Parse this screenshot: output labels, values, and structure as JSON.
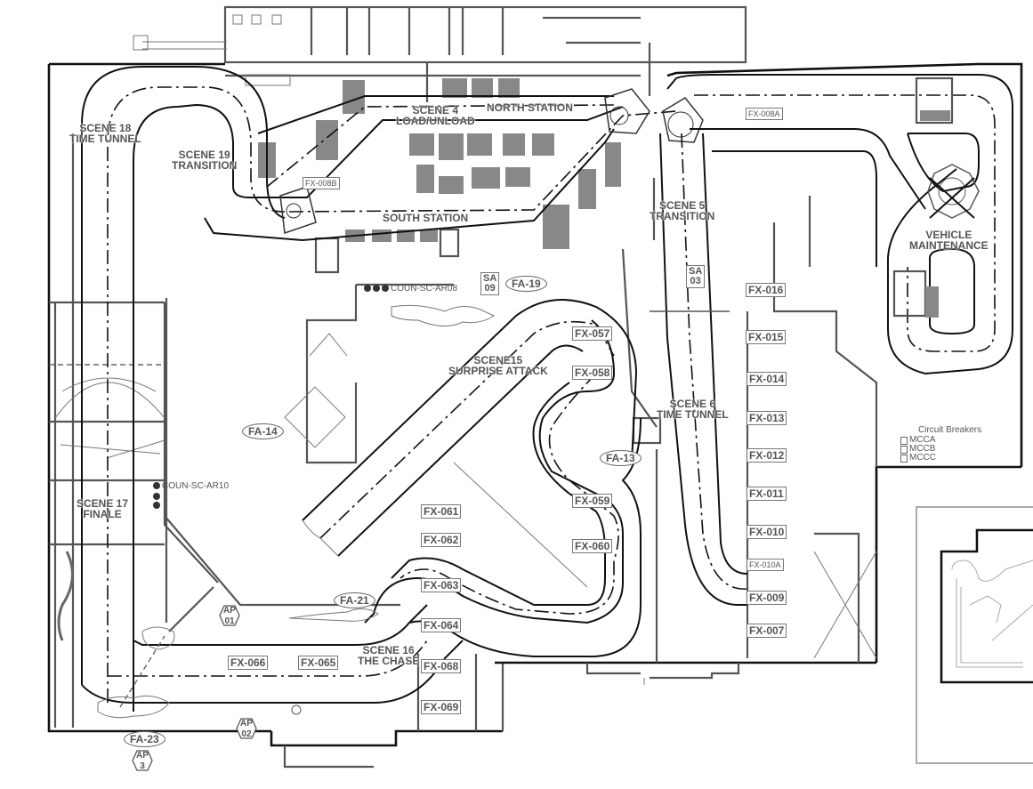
{
  "map": {
    "type": "ride-layout-floor-plan",
    "scene_labels": [
      {
        "id": "scene-18",
        "line1": "SCENE 18",
        "line2": "TIME TUNNEL"
      },
      {
        "id": "scene-19",
        "line1": "SCENE 19",
        "line2": "TRANSITION"
      },
      {
        "id": "scene-4",
        "line1": "SCENE 4",
        "line2": "LOAD/UNLOAD"
      },
      {
        "id": "scene-5",
        "line1": "SCENE 5",
        "line2": "TRANSITION"
      },
      {
        "id": "scene-6",
        "line1": "SCENE 6",
        "line2": "TIME TUNNEL"
      },
      {
        "id": "scene-15",
        "line1": "SCENE15",
        "line2": "SURPRISE ATTACK"
      },
      {
        "id": "scene-16",
        "line1": "SCENE 16",
        "line2": "THE CHASE"
      },
      {
        "id": "scene-17",
        "line1": "SCENE 17",
        "line2": "FINALE"
      },
      {
        "id": "vehicle-maintenance",
        "line1": "VEHICLE",
        "line2": "MAINTENANCE"
      }
    ],
    "area_labels": {
      "north_station": "NORTH STATION",
      "south_station": "SOUTH STATION",
      "circuit_breakers": "Circuit Breakers"
    },
    "circuit_breakers": [
      "MCCA",
      "MCCB",
      "MCCC"
    ],
    "fx_tags": [
      "FX-008A",
      "FX-008B",
      "FX-016",
      "FX-015",
      "FX-014",
      "FX-013",
      "FX-012",
      "FX-011",
      "FX-010",
      "FX-010A",
      "FX-009",
      "FX-007",
      "FX-057",
      "FX-058",
      "FX-059",
      "FX-060",
      "FX-061",
      "FX-062",
      "FX-063",
      "FX-064",
      "FX-065",
      "FX-066",
      "FX-068",
      "FX-069"
    ],
    "fa_tags": [
      "FA-19",
      "FA-14",
      "FA-13",
      "FA-21",
      "FA-23"
    ],
    "sa_tags": [
      {
        "line1": "SA",
        "line2": "09"
      },
      {
        "line1": "SA",
        "line2": "03"
      }
    ],
    "ap_tags": [
      {
        "line1": "AP",
        "line2": "01"
      },
      {
        "line1": "AP",
        "line2": "02"
      },
      {
        "line1": "AP",
        "line2": "3"
      }
    ],
    "control_panels": [
      "COUN-SC-AR08",
      "COUN-SC-AR10"
    ],
    "colors": {
      "track": "#111111",
      "walls": "#555555",
      "labels": "#555555",
      "background": "#ffffff"
    }
  }
}
